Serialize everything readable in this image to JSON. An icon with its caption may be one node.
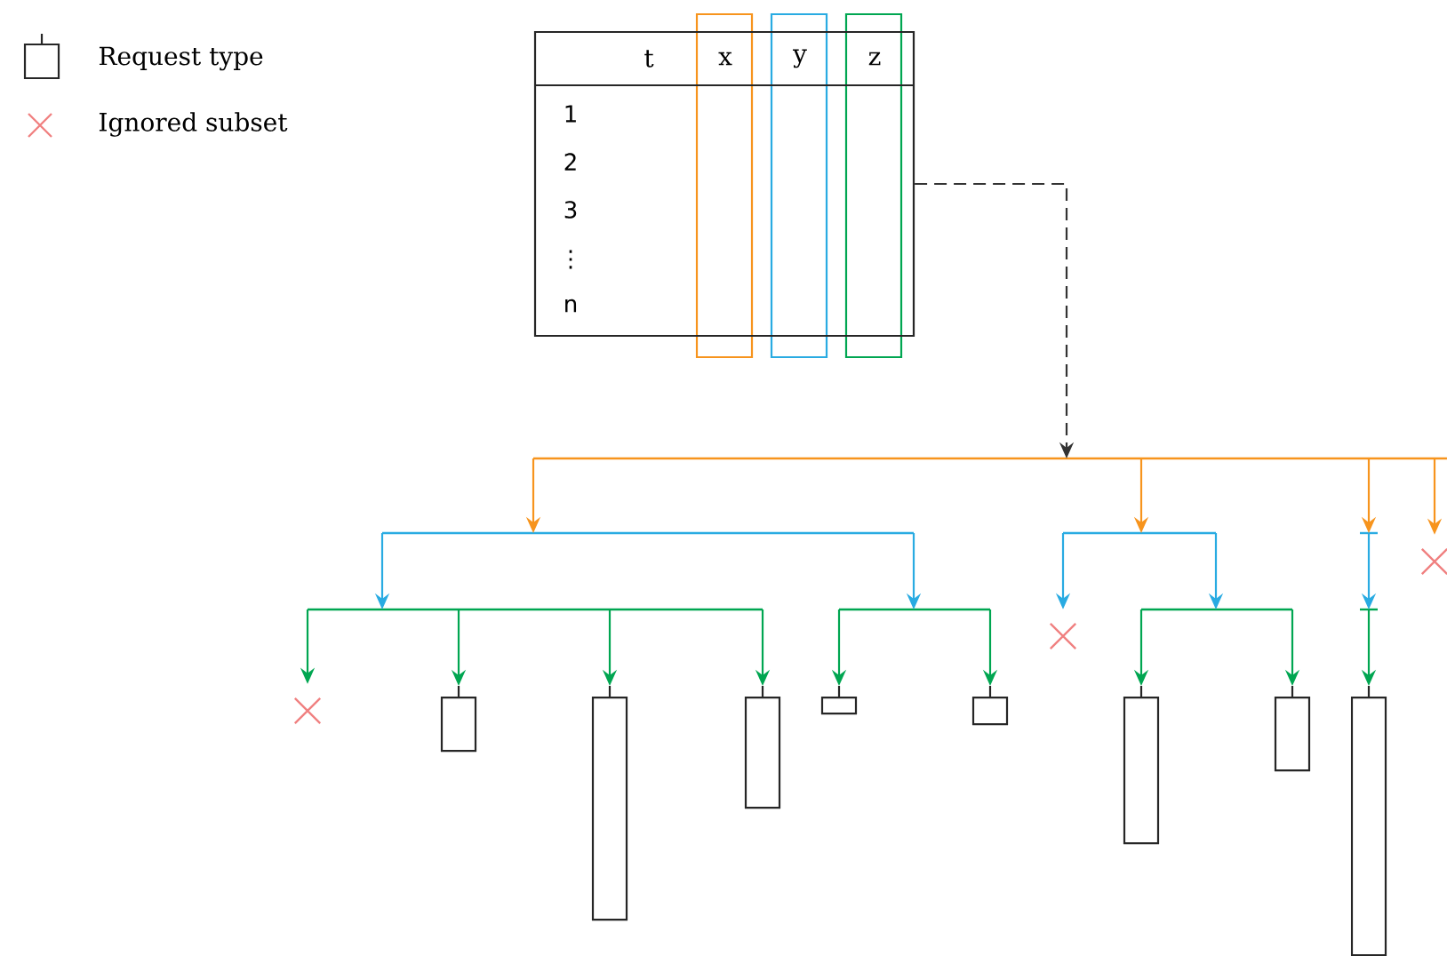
{
  "diagram": {
    "nodes": [
      {
        "text": [
          "t",
          "x",
          "y",
          "z",
          "1",
          "2",
          "3",
          "⋮",
          "n"
        ]
      },
      {
        "text": [],
        "shape": "bar"
      },
      {
        "text": [],
        "shape": "bar"
      },
      {
        "text": [],
        "shape": "bar"
      },
      {
        "text": [],
        "shape": "bar"
      },
      {
        "text": [],
        "shape": "cross"
      },
      {
        "text": [],
        "shape": "bar"
      },
      {
        "text": [],
        "shape": "bar"
      },
      {
        "text": [],
        "shape": "cross"
      },
      {
        "text": [],
        "shape": "bar"
      },
      {
        "text": [],
        "shape": "bar"
      },
      {
        "text": [],
        "shape": "cross"
      },
      {
        "text": [],
        "shape": "box"
      },
      {
        "text": [],
        "shape": "box"
      },
      {
        "text": [],
        "shape": "box"
      },
      {
        "text": [],
        "shape": "box"
      },
      {
        "text": [],
        "shape": "box"
      },
      {
        "text": [],
        "shape": "box"
      },
      {
        "text": [],
        "shape": "box"
      },
      {
        "text": [],
        "shape": "box"
      }
    ],
    "edges": [
      {
        "from": 0,
        "to": 1,
        "arrow": "to",
        "style": "dashed",
        "color": "#333333"
      },
      {
        "from": 1,
        "to": 2,
        "arrow": "to",
        "color": "#f7941d"
      },
      {
        "from": 1,
        "to": 3,
        "arrow": "to",
        "color": "#f7941d"
      },
      {
        "from": 1,
        "to": 4,
        "arrow": "to",
        "color": "#f7941d"
      },
      {
        "from": 1,
        "to": 5,
        "arrow": "to",
        "color": "#f7941d"
      },
      {
        "from": 2,
        "to": 6,
        "arrow": "to",
        "color": "#29abe2"
      },
      {
        "from": 2,
        "to": 7,
        "arrow": "to",
        "color": "#29abe2"
      },
      {
        "from": 3,
        "to": 8,
        "arrow": "to",
        "color": "#29abe2"
      },
      {
        "from": 3,
        "to": 9,
        "arrow": "to",
        "color": "#29abe2"
      },
      {
        "from": 4,
        "to": 10,
        "arrow": "to",
        "color": "#29abe2"
      },
      {
        "from": 6,
        "to": 11,
        "arrow": "to"
      },
      {
        "from": 6,
        "to": 12,
        "arrow": "to"
      },
      {
        "from": 6,
        "to": 13,
        "arrow": "to"
      },
      {
        "from": 6,
        "to": 14,
        "arrow": "to"
      },
      {
        "from": 7,
        "to": 15,
        "arrow": "to"
      },
      {
        "from": 7,
        "to": 16,
        "arrow": "to"
      },
      {
        "from": 9,
        "to": 17,
        "arrow": "to"
      },
      {
        "from": 9,
        "to": 18,
        "arrow": "to"
      },
      {
        "from": 10,
        "to": 19,
        "arrow": "to"
      }
    ],
    "legend": [
      {
        "text": "Request type"
      },
      {
        "text": "Ignored subset"
      }
    ]
  }
}
